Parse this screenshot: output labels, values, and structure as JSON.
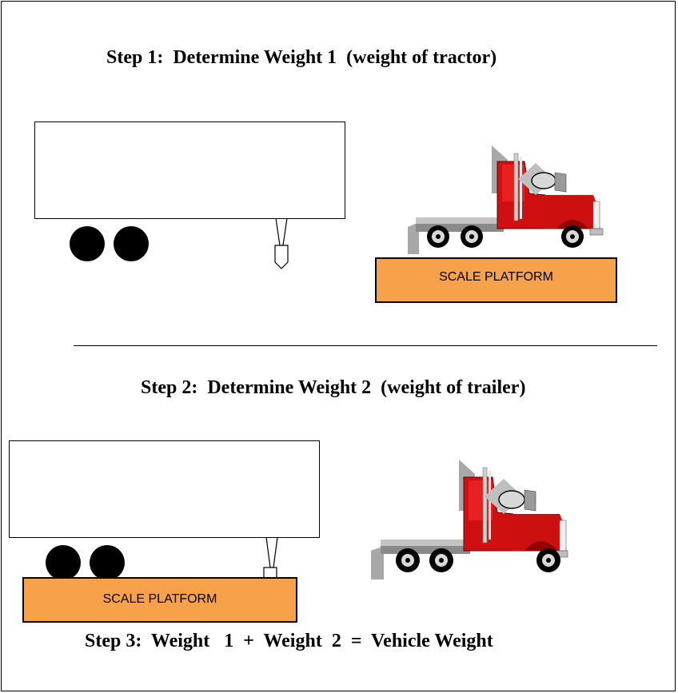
{
  "steps": {
    "step1": "Step 1:  Determine Weight 1  (weight of tractor)",
    "step2": "Step 2:  Determine Weight 2  (weight of trailer)",
    "step3": "Step 3:  Weight   1  +  Weight  2  =  Vehicle Weight"
  },
  "platforms": {
    "top_label": "SCALE PLATFORM",
    "bottom_label": "SCALE PLATFORM"
  },
  "colors": {
    "platform_fill": "#f7a14b",
    "truck_red": "#d01010",
    "truck_gray": "#a8a8a8"
  }
}
